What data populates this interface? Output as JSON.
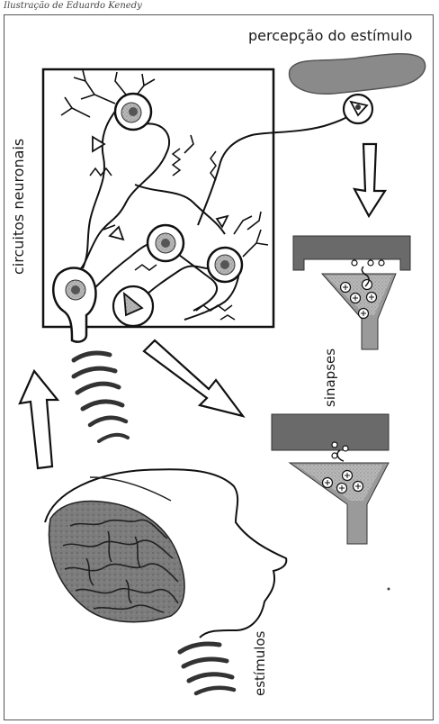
{
  "credit": "Ilustração de Eduardo Kenedy",
  "labels": {
    "perception": "percepção do estímulo",
    "circuits": "circuitos neuronais",
    "synapses": "sinapses",
    "stimuli": "estímulos"
  },
  "colors": {
    "ink": "#1a1a1a",
    "gray_fill": "#8a8a8a",
    "light_fill": "#c9c9c9",
    "dark_fill": "#5e5e5e"
  }
}
